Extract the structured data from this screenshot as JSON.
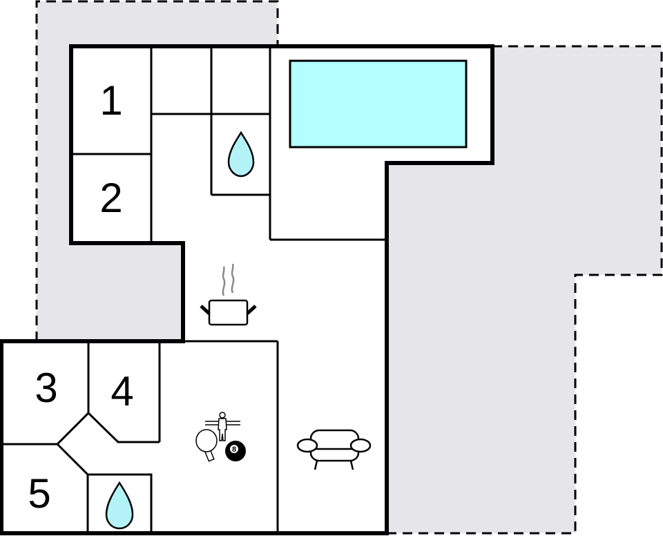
{
  "floorplan": {
    "colors": {
      "background": "#ffffff",
      "outdoor_area": "#e6e6ea",
      "wall": "#000000",
      "pool_water": "#b3ffff",
      "water_drop": "#b3f3f7",
      "steam": "#888888"
    },
    "rooms": [
      {
        "id": "1",
        "label": "1",
        "type": "bedroom"
      },
      {
        "id": "2",
        "label": "2",
        "type": "bedroom"
      },
      {
        "id": "3",
        "label": "3",
        "type": "bedroom"
      },
      {
        "id": "4",
        "label": "4",
        "type": "bedroom"
      },
      {
        "id": "5",
        "label": "5",
        "type": "bedroom"
      }
    ],
    "ball_number": "8",
    "icons": [
      {
        "name": "water-drop-icon",
        "meaning": "bathroom (upper)"
      },
      {
        "name": "water-drop-icon",
        "meaning": "bathroom (lower)"
      },
      {
        "name": "cooking-pot-icon",
        "meaning": "kitchen"
      },
      {
        "name": "sofa-icon",
        "meaning": "living room"
      },
      {
        "name": "table-tennis-paddle-icon",
        "meaning": "game room"
      },
      {
        "name": "foosball-player-icon",
        "meaning": "game room"
      },
      {
        "name": "billiard-ball-icon",
        "meaning": "game room"
      },
      {
        "name": "swimming-pool",
        "meaning": "indoor pool"
      }
    ]
  }
}
